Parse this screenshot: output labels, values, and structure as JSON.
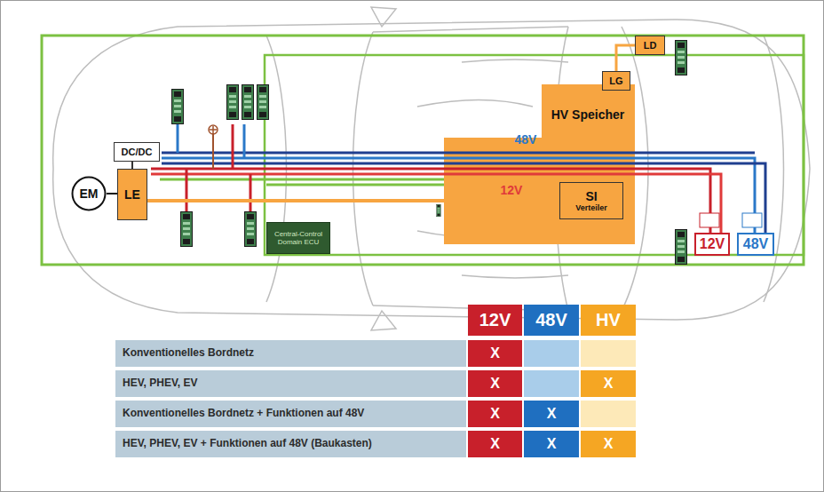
{
  "diagram": {
    "nodes": [
      {
        "text": [
          "EM"
        ]
      },
      {
        "text": [
          "LE"
        ]
      },
      {
        "text": [
          "DC/DC"
        ]
      },
      {
        "text": [
          "LD"
        ]
      },
      {
        "text": [
          "LG"
        ]
      },
      {
        "text": [
          "HV Speicher"
        ]
      },
      {
        "text": [
          "SI",
          "Verteiler"
        ]
      },
      {
        "text": [
          "Central-Control Domain ECU"
        ]
      },
      {
        "text": [
          "12V"
        ]
      },
      {
        "text": [
          "48V"
        ]
      }
    ],
    "edges": [
      {
        "from": 0,
        "to": 1,
        "arrow": "none"
      },
      {
        "from": 2,
        "to": 1,
        "arrow": "none"
      },
      {
        "from": 1,
        "to": 6,
        "arrow": "none"
      },
      {
        "from": 4,
        "to": 3,
        "arrow": "none"
      }
    ],
    "labels": [
      "48V",
      "12V",
      "12V",
      "48V",
      "HV",
      "Konventionelles Bordnetz",
      "X",
      "HEV, PHEV, EV",
      "X",
      "X",
      "Konventionelles Bordnetz + Funktionen auf 48V",
      "X",
      "X",
      "HEV, PHEV, EV + Funktionen auf 48V (Baukasten)",
      "X",
      "X",
      "X"
    ]
  }
}
